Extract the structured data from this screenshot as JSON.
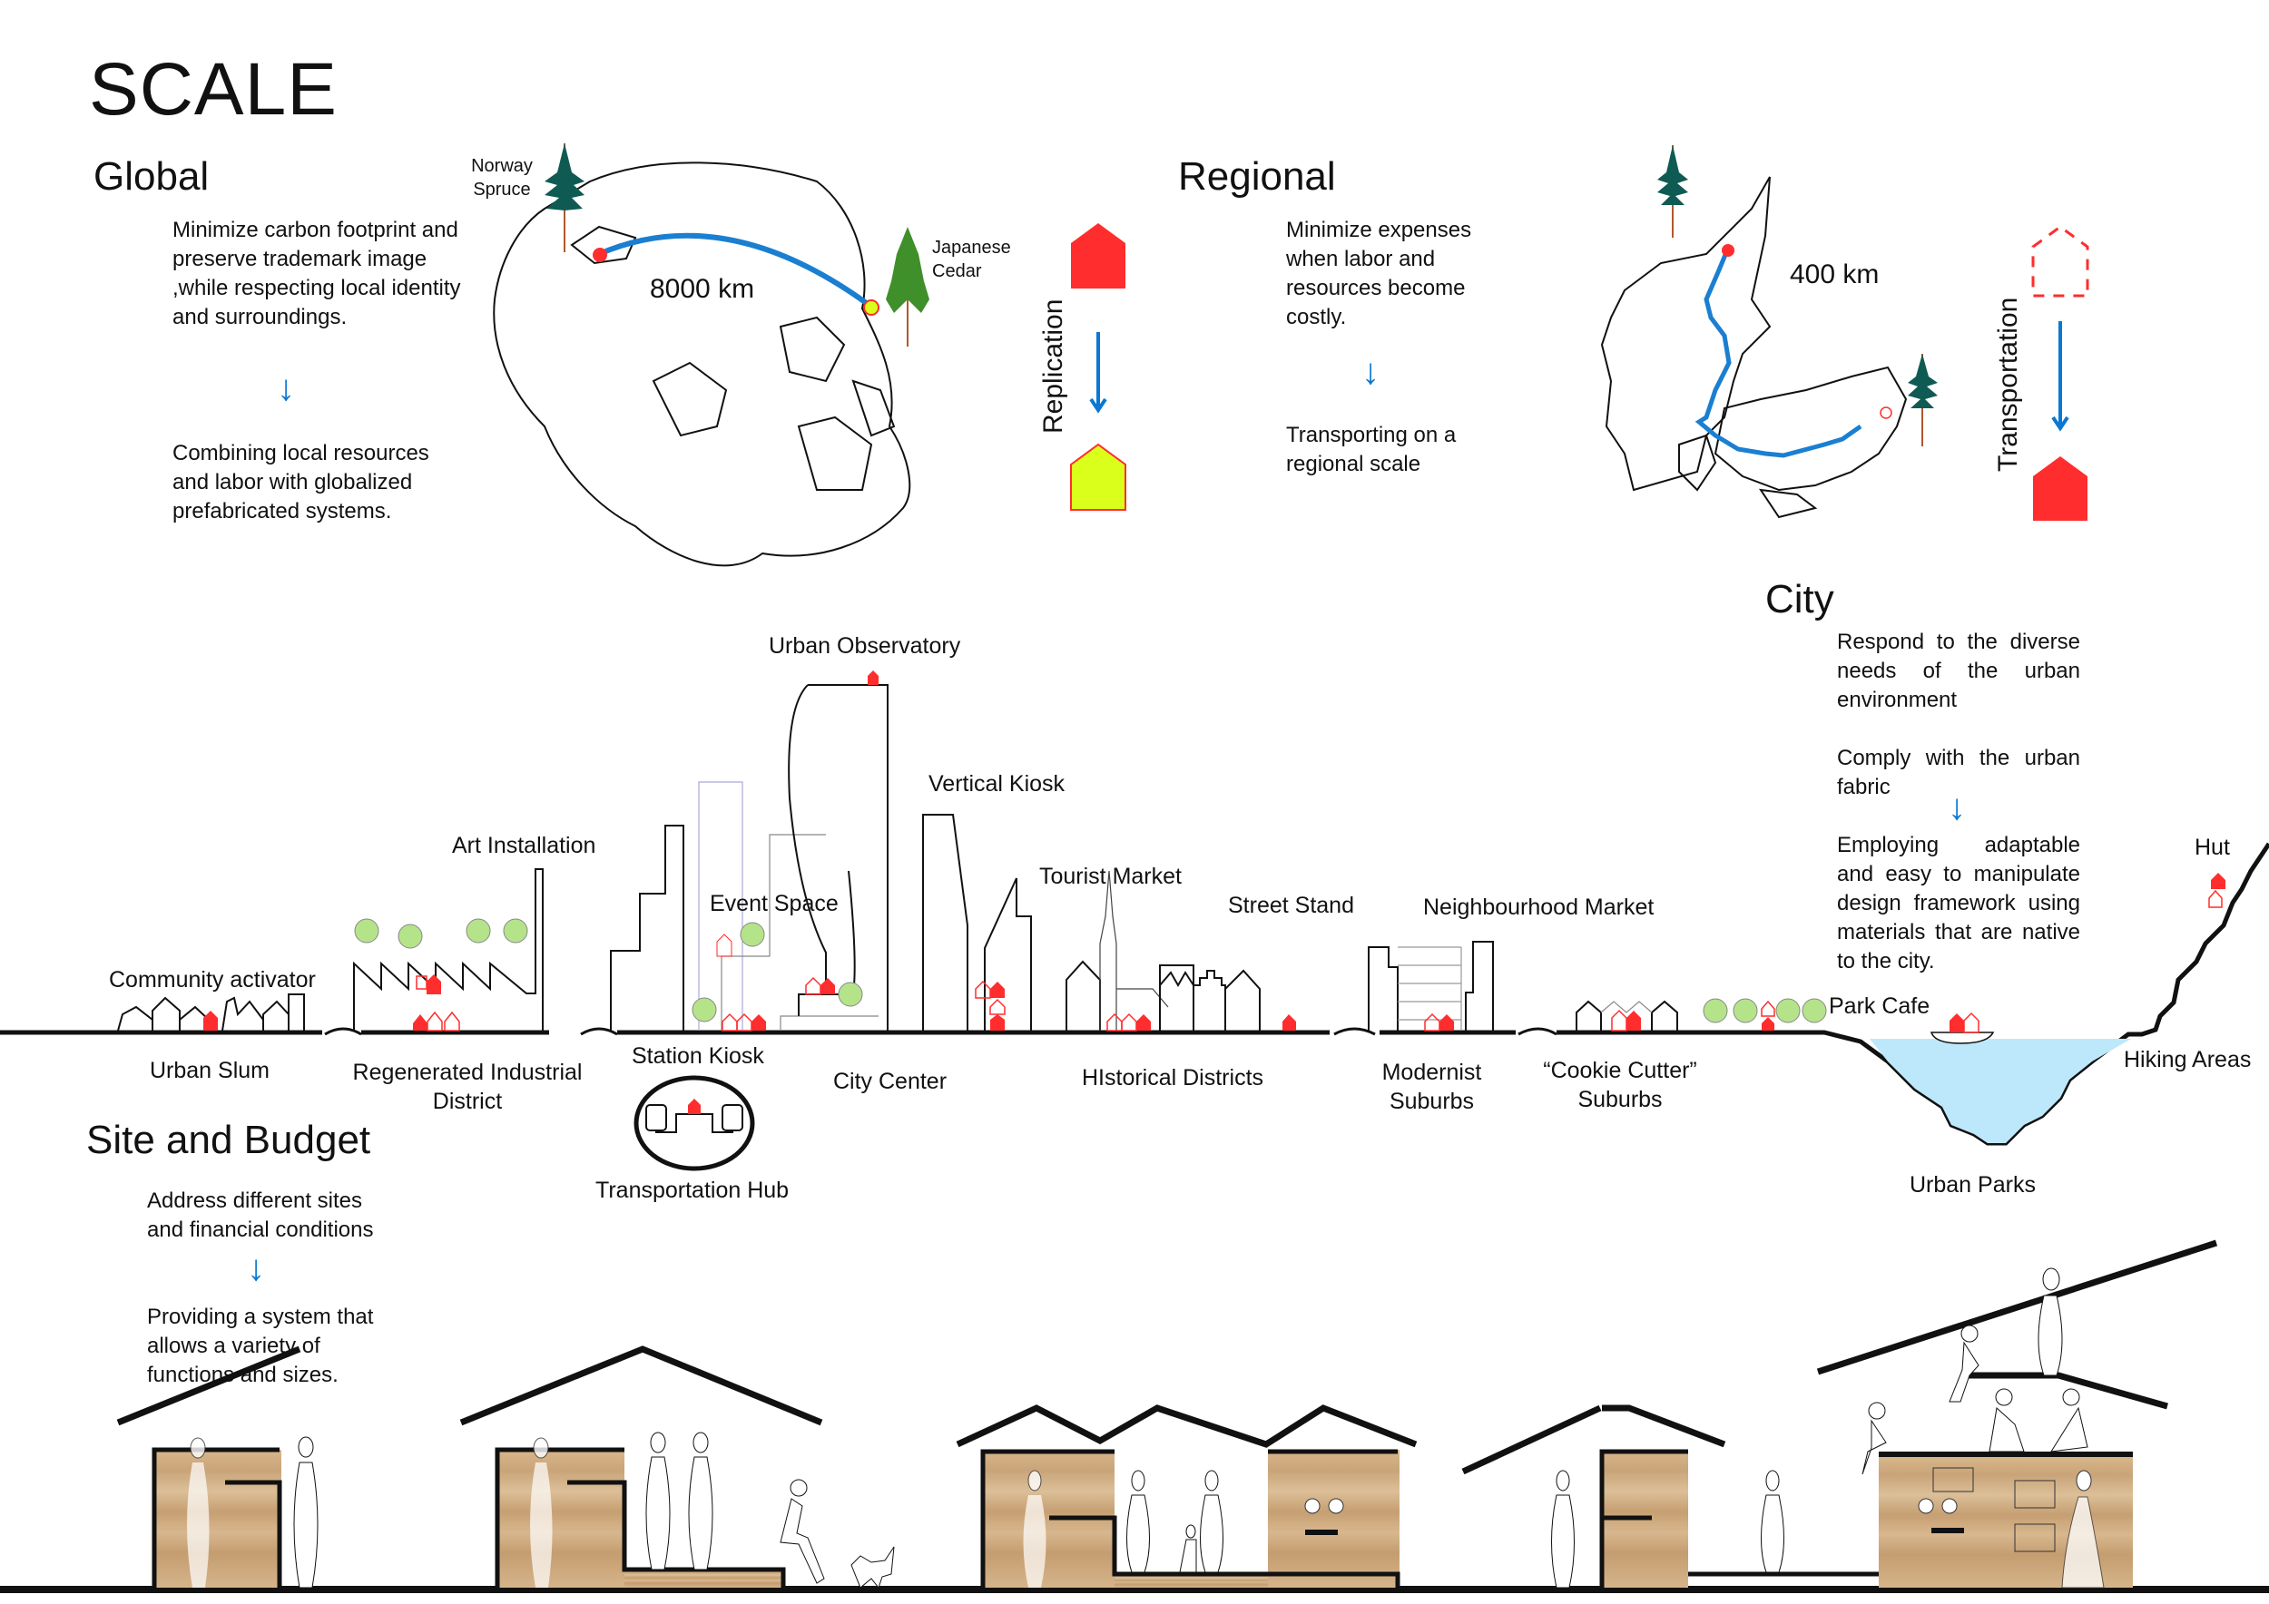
{
  "title": "SCALE",
  "global": {
    "heading": "Global",
    "text1": "Minimize carbon footprint and preserve trademark image ,while respecting local identity and surroundings.",
    "text2": "Combining local resources and labor with globalized prefabricated systems.",
    "tree_left": "Norway Spruce",
    "tree_right": "Japanese Cedar",
    "distance": "8000 km",
    "process_label": "Replication"
  },
  "regional": {
    "heading": "Regional",
    "text1": "Minimize expenses when labor and resources become costly.",
    "text2": "Transporting on a regional scale",
    "distance": "400 km",
    "process_label": "Transportation"
  },
  "city": {
    "heading": "City",
    "text1": "Respond to the diverse needs of the urban environment",
    "text2": "Comply with the urban fabric",
    "text3": "Employing adaptable and easy to manipulate design framework using materials that are native to the city."
  },
  "site_budget": {
    "heading": "Site and Budget",
    "text1": "Address different sites and financial conditions",
    "text2": "Providing a system that allows a variety of functions and sizes."
  },
  "section_labels": {
    "community_activator": "Community activator",
    "art_installation": "Art Installation",
    "urban_observatory": "Urban Observatory",
    "event_space": "Event Space",
    "vertical_kiosk": "Vertical Kiosk",
    "tourist_market": "Tourist Market",
    "street_stand": "Street Stand",
    "neighbourhood_market": "Neighbourhood Market",
    "park_cafe": "Park Cafe",
    "hut": "Hut",
    "station_kiosk": "Station Kiosk",
    "transportation_hub": "Transportation Hub"
  },
  "district_labels": {
    "urban_slum": "Urban Slum",
    "regenerated_industrial": "Regenerated Industrial District",
    "city_center": "City Center",
    "historical": "HIstorical Districts",
    "modernist": "Modernist Suburbs",
    "cookie_cutter": "“Cookie Cutter” Suburbs",
    "hiking": "Hiking Areas",
    "urban_parks": "Urban Parks"
  },
  "colors": {
    "accent_red": "#ff2d2d",
    "arrow_blue": "#0a78d2",
    "route_blue": "#1b7fd1",
    "tree_green": "#b5e38a",
    "replica_yellow": "#d9ff1a",
    "water": "#bde8fb",
    "spruce": "#0f5b53",
    "cedar": "#3f8f2a",
    "wood": "#d6b48a"
  }
}
